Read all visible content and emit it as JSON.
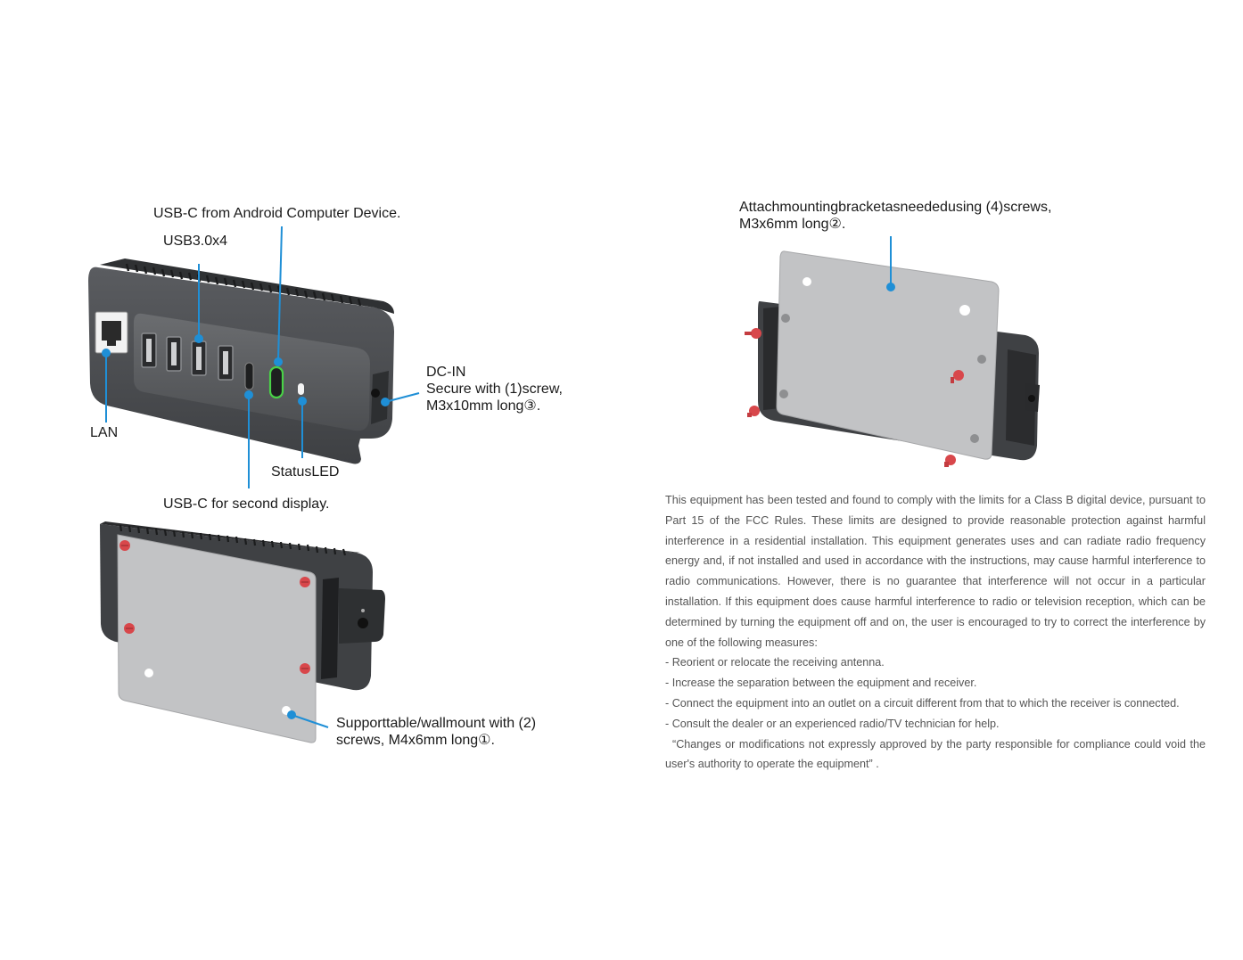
{
  "colors": {
    "callout_line": "#1f8fd6",
    "device_body": "#4a4c4f",
    "bracket_plate": "#c2c3c5",
    "screw": "#d8474b",
    "usb_c_highlight": "#49d147"
  },
  "diagram_top_left": {
    "labels": {
      "usbc_android": "USB-C from Android Computer Device.",
      "usb30": "USB3.0x4",
      "dcin_title": "DC-IN",
      "dcin_line2": "Secure with (1)screw,",
      "dcin_line3": "M3x10mm long③.",
      "lan": "LAN",
      "status_led": "StatusLED",
      "usbc_second": "USB-C for second display."
    }
  },
  "diagram_bottom_left": {
    "labels": {
      "support_line1": "Supporttable/wallmount with (2)",
      "support_line2": "screws, M4x6mm long①."
    }
  },
  "diagram_top_right": {
    "labels": {
      "attach_line1": "Attachmountingbracketasneededusing (4)screws,",
      "attach_line2": "M3x6mm long②."
    }
  },
  "fcc_statement": {
    "paragraph": "This equipment has been tested and found to comply with the limits for a Class B digital device, pursuant to Part 15 of the FCC Rules. These limits are designed to provide reasonable protection against harmful interference in a residential installation. This equipment generates uses and can radiate radio frequency energy and, if not installed and used in accordance with the instructions, may cause harmful interference to radio communications. However, there is no guarantee that interference will not occur in a particular installation. If this equipment does cause harmful interference to radio or television reception, which can be determined by turning the equipment off and on, the user is encouraged to try to correct the interference by one of the following measures:",
    "measures": [
      "- Reorient or relocate the receiving antenna.",
      "- Increase the separation between the equipment and receiver.",
      "- Connect the equipment into an outlet on a circuit different from that to which the receiver is connected.",
      "- Consult the dealer or an experienced radio/TV technician for help."
    ],
    "closing": "“Changes or modifications not expressly approved by the party responsible for compliance could void the user's authority to operate the equipment” ."
  }
}
